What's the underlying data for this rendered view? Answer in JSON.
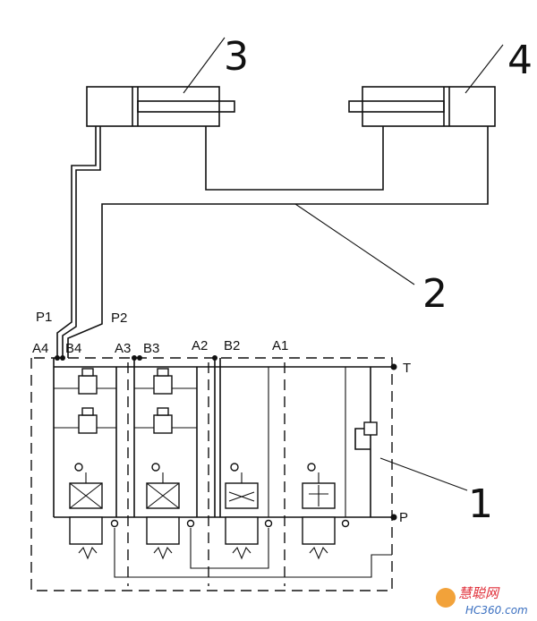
{
  "callouts": {
    "c1": "1",
    "c2": "2",
    "c3": "3",
    "c4": "4"
  },
  "ports": {
    "p1": "P1",
    "p2": "P2",
    "a4": "A4",
    "b4": "B4",
    "a3": "A3",
    "b3": "B3",
    "a2": "A2",
    "b2": "B2",
    "a1": "A1",
    "t": "T",
    "p": "P"
  },
  "watermark": {
    "brand": "慧聪网",
    "url": "HC360.com"
  },
  "colors": {
    "line": "#111111",
    "watermark_brand": "#e0303a",
    "watermark_url": "#3a6fc0"
  }
}
